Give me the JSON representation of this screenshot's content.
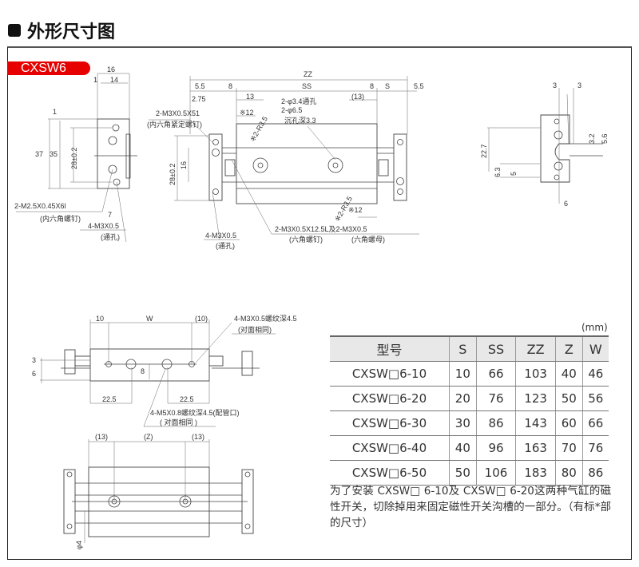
{
  "header": {
    "title": "外形尺寸图"
  },
  "model_badge": "CXSW6",
  "end_view": {
    "d16": "16",
    "d14": "14",
    "d1a": "1",
    "d1b": "1",
    "d37": "37",
    "d35": "35",
    "d28": "28±0.2",
    "d7": "7",
    "note1": "2-M2.5X0.45X6l",
    "note1b": "(内六角螺钉)",
    "note2": "4-M3X0.5",
    "note2b": "(通孔)"
  },
  "top_view": {
    "zz": "ZZ",
    "d55a": "5.5",
    "d8a": "8",
    "ss": "SS",
    "d8b": "8",
    "s": "S",
    "d55b": "5.5",
    "d275": "2.75",
    "d13": "13",
    "d12a": "※12",
    "hole1": "2-φ3.4通孔",
    "hole2": "2-φ6.5",
    "hole3": "沉孔深3.3",
    "d13b": "(13)",
    "screw1": "2-M3X0.5X51",
    "screw1b": "(内六角紧定螺钉)",
    "d28": "28±0.2",
    "d16": "16",
    "r1": "※2-R3.5",
    "r2": "※2-R3.5",
    "d12b": "※12",
    "bolt": "2-M3X0.5X12.5L及2-M3X0.5",
    "bolt_a": "(六角螺钉)",
    "bolt_b": "(六角螺母)",
    "thru": "4-M3X0.5",
    "thru_b": "(通孔)"
  },
  "side_view": {
    "d3a": "3",
    "d3b": "3",
    "d227": "22.7",
    "d63": "6.3",
    "d5": "5",
    "d32": "3.2",
    "d56": "5.6",
    "d6": "6"
  },
  "front_view": {
    "d10": "10",
    "w": "W",
    "d10b": "(10)",
    "thread": "4-M3X0.5螺纹深4.5",
    "thread_b": "(对面相同)",
    "d3": "3",
    "d6": "6",
    "d8": "8",
    "d225a": "22.5",
    "d225b": "22.5",
    "port": "4-M5X0.8螺纹深4.5(配管口)",
    "port_b": "( 对面相同 )"
  },
  "bottom_view": {
    "d13a": "(13)",
    "z": "(Z)",
    "d13b": "(13)",
    "phi4": "φ4"
  },
  "table": {
    "unit": "(mm)",
    "headers": [
      "型号",
      "S",
      "SS",
      "ZZ",
      "Z",
      "W"
    ],
    "rows": [
      [
        "CXSW□6-10",
        "10",
        "66",
        "103",
        "40",
        "46"
      ],
      [
        "CXSW□6-20",
        "20",
        "76",
        "123",
        "50",
        "56"
      ],
      [
        "CXSW□6-30",
        "30",
        "86",
        "143",
        "60",
        "66"
      ],
      [
        "CXSW□6-40",
        "40",
        "96",
        "163",
        "70",
        "76"
      ],
      [
        "CXSW□6-50",
        "50",
        "106",
        "183",
        "80",
        "86"
      ]
    ]
  },
  "note": "为了安装 CXSW□ 6-10及 CXSW□ 6-20这两种气缸的磁性开关，切除掉用来固定磁性开关沟槽的一部分。（有标*部的尺寸）"
}
